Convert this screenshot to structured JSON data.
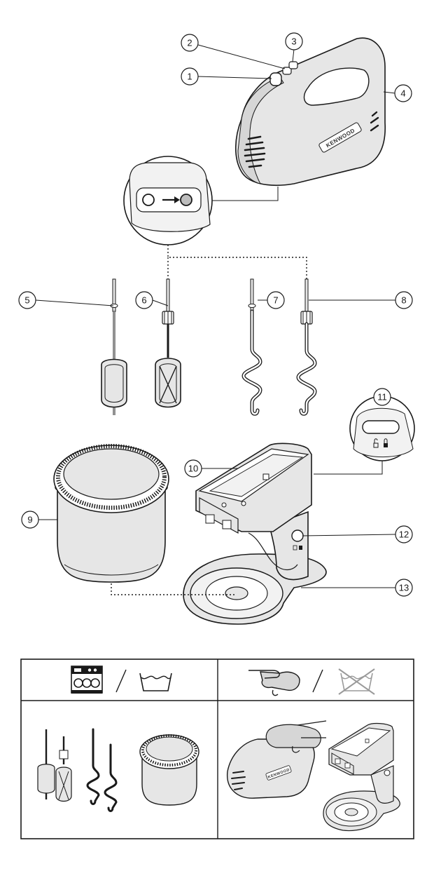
{
  "brand": "KENWOOD",
  "callouts": [
    {
      "id": "1",
      "part": "speed-button"
    },
    {
      "id": "2",
      "part": "turbo-button"
    },
    {
      "id": "3",
      "part": "eject-button"
    },
    {
      "id": "4",
      "part": "hand-mixer-body"
    },
    {
      "id": "5",
      "part": "beater"
    },
    {
      "id": "6",
      "part": "beater-with-collar"
    },
    {
      "id": "7",
      "part": "dough-hook"
    },
    {
      "id": "8",
      "part": "dough-hook-with-collar"
    },
    {
      "id": "9",
      "part": "bowl"
    },
    {
      "id": "10",
      "part": "stand-head-cradle"
    },
    {
      "id": "11",
      "part": "lock-slider"
    },
    {
      "id": "12",
      "part": "release-knob"
    },
    {
      "id": "13",
      "part": "stand-base-turntable"
    }
  ],
  "socket_inset": {
    "from": "empty-socket-icon",
    "to": "filled-socket-icon"
  },
  "care_table": {
    "left_header_icons": [
      "dishwasher-icon",
      "hand-wash-basin-icon"
    ],
    "right_header_icons": [
      "wipe-with-cloth-icon",
      "do-not-immerse-icon"
    ],
    "left_items": [
      "beaters",
      "dough-hooks",
      "bowl"
    ],
    "right_items": [
      "hand-mixer-body",
      "stand"
    ]
  },
  "colors": {
    "ink": "#1a1a1a",
    "fill": "#e6e6e6",
    "fill_dark": "#cfcfcf",
    "cross": "#9a9a9a"
  }
}
